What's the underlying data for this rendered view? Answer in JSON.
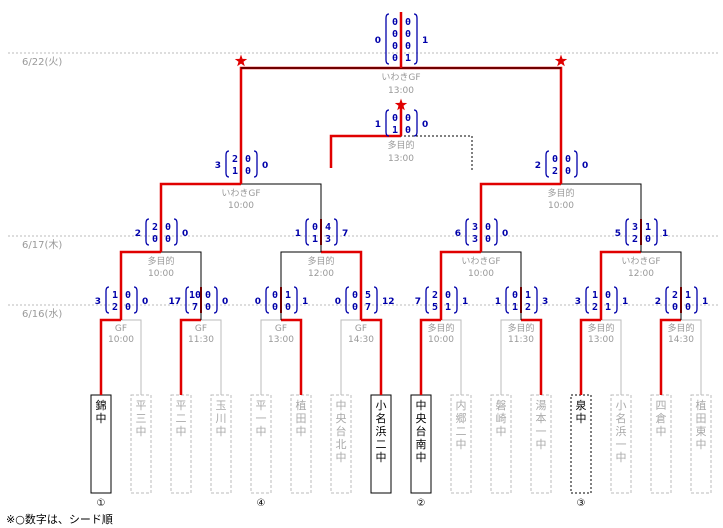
{
  "dates": [
    "6/22(火)",
    "6/17(木)",
    "6/16(水)"
  ],
  "footnote": "※○数字は、シード順",
  "colors": {
    "winner_line": "#e00000",
    "score": "#0000aa",
    "loser_line": "#000000",
    "muted": "#999999"
  },
  "teams": [
    {
      "name": "錦中",
      "seed": "①",
      "status": "winner"
    },
    {
      "name": "平三中",
      "seed": "",
      "status": "eliminated"
    },
    {
      "name": "平二中",
      "seed": "",
      "status": "eliminated"
    },
    {
      "name": "玉川中",
      "seed": "",
      "status": "eliminated"
    },
    {
      "name": "平一中",
      "seed": "④",
      "status": "eliminated"
    },
    {
      "name": "植田中",
      "seed": "",
      "status": "eliminated"
    },
    {
      "name": "中央台北中",
      "seed": "",
      "status": "eliminated"
    },
    {
      "name": "小名浜二中",
      "seed": "",
      "status": "winner"
    },
    {
      "name": "中央台南中",
      "seed": "②",
      "status": "winner"
    },
    {
      "name": "内郷二中",
      "seed": "",
      "status": "eliminated"
    },
    {
      "name": "磐崎中",
      "seed": "",
      "status": "eliminated"
    },
    {
      "name": "湯本一中",
      "seed": "",
      "status": "eliminated"
    },
    {
      "name": "泉中",
      "seed": "③",
      "status": "alive"
    },
    {
      "name": "小名浜一中",
      "seed": "",
      "status": "eliminated"
    },
    {
      "name": "四倉中",
      "seed": "",
      "status": "eliminated"
    },
    {
      "name": "植田東中",
      "seed": "",
      "status": "eliminated"
    }
  ],
  "round1": [
    {
      "venue": "GF",
      "time": "10:00",
      "left": "3",
      "right": "0",
      "scores": [
        [
          "1",
          "0"
        ],
        [
          "2",
          "0"
        ]
      ]
    },
    {
      "venue": "GF",
      "time": "11:30",
      "left": "17",
      "right": "0",
      "scores": [
        [
          "10",
          "0"
        ],
        [
          "7",
          "0"
        ]
      ]
    },
    {
      "venue": "GF",
      "time": "13:00",
      "left": "0",
      "right": "1",
      "scores": [
        [
          "0",
          "1"
        ],
        [
          "0",
          "0"
        ]
      ]
    },
    {
      "venue": "GF",
      "time": "14:30",
      "left": "0",
      "right": "12",
      "scores": [
        [
          "0",
          "5"
        ],
        [
          "0",
          "7"
        ]
      ]
    },
    {
      "venue": "多目的",
      "time": "10:00",
      "left": "7",
      "right": "1",
      "scores": [
        [
          "2",
          "0"
        ],
        [
          "5",
          "1"
        ]
      ]
    },
    {
      "venue": "多目的",
      "time": "11:30",
      "left": "1",
      "right": "3",
      "scores": [
        [
          "0",
          "1"
        ],
        [
          "1",
          "2"
        ]
      ]
    },
    {
      "venue": "多目的",
      "time": "13:00",
      "left": "3",
      "right": "1",
      "scores": [
        [
          "1",
          "0"
        ],
        [
          "2",
          "1"
        ]
      ]
    },
    {
      "venue": "多目的",
      "time": "14:30",
      "left": "2",
      "right": "1",
      "scores": [
        [
          "2",
          "1"
        ],
        [
          "0",
          "0"
        ]
      ]
    }
  ],
  "round2": [
    {
      "venue": "多目的",
      "time": "10:00",
      "left": "2",
      "right": "0",
      "scores": [
        [
          "2",
          "0"
        ],
        [
          "0",
          "0"
        ]
      ]
    },
    {
      "venue": "多目的",
      "time": "12:00",
      "left": "1",
      "right": "7",
      "scores": [
        [
          "0",
          "4"
        ],
        [
          "1",
          "3"
        ]
      ]
    },
    {
      "venue": "いわきGF",
      "time": "10:00",
      "left": "6",
      "right": "0",
      "scores": [
        [
          "3",
          "0"
        ],
        [
          "3",
          "0"
        ]
      ]
    },
    {
      "venue": "いわきGF",
      "time": "12:00",
      "left": "5",
      "right": "1",
      "scores": [
        [
          "3",
          "1"
        ],
        [
          "2",
          "0"
        ]
      ]
    }
  ],
  "semis": [
    {
      "venue": "いわきGF",
      "time": "10:00",
      "left": "3",
      "right": "0",
      "scores": [
        [
          "2",
          "0"
        ],
        [
          "1",
          "0"
        ]
      ]
    },
    {
      "venue": "多目的",
      "time": "10:00",
      "left": "2",
      "right": "0",
      "scores": [
        [
          "0",
          "0"
        ],
        [
          "2",
          "0"
        ]
      ]
    }
  ],
  "third_place": {
    "venue": "多目的",
    "time": "13:00",
    "left": "1",
    "right": "0",
    "scores": [
      [
        "0",
        "0"
      ],
      [
        "1",
        "0"
      ]
    ]
  },
  "final": {
    "venue": "いわきGF",
    "time": "13:00",
    "left": "0",
    "right": "1",
    "scores": [
      [
        "0",
        "0"
      ],
      [
        "0",
        "0"
      ],
      [
        "0",
        "0"
      ],
      [
        "0",
        "1"
      ]
    ]
  }
}
